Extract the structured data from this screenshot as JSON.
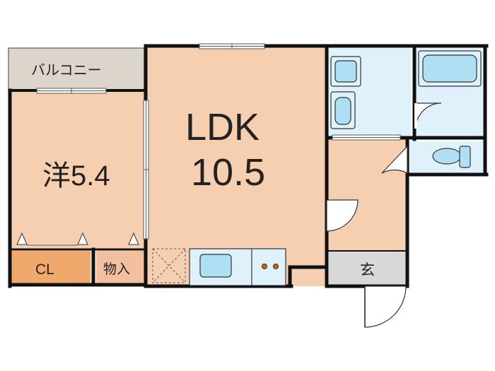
{
  "rooms": {
    "balcony": {
      "label": "バルコニー"
    },
    "western": {
      "prefix": "洋",
      "size": "5.4"
    },
    "ldk": {
      "label": "LDK",
      "size": "10.5"
    },
    "closet": {
      "label": "CL"
    },
    "storage": {
      "label": "物入"
    },
    "entrance": {
      "label": "玄"
    }
  },
  "colors": {
    "wall": "#111111",
    "floor_wood": "#f5cfb0",
    "balcony": "#dcd5cc",
    "wet": "#dff2fb",
    "fixture": "#aedff2",
    "closet": "#f0a86b",
    "storage": "#f2c09e",
    "entrance": "#d8d8d8"
  }
}
